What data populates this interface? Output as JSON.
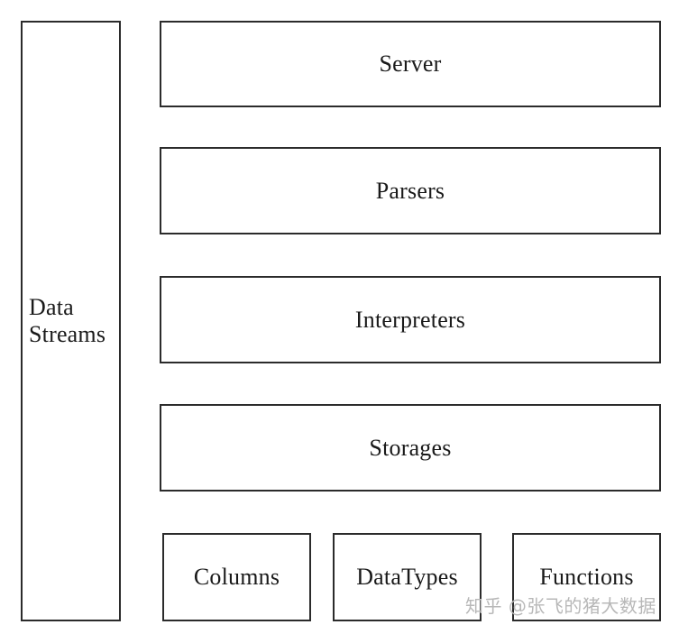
{
  "diagram": {
    "side_module": {
      "label": "Data\nStreams"
    },
    "layers": [
      {
        "label": "Server"
      },
      {
        "label": "Parsers"
      },
      {
        "label": "Interpreters"
      },
      {
        "label": "Storages"
      }
    ],
    "base_modules": [
      {
        "label": "Columns"
      },
      {
        "label": "DataTypes"
      },
      {
        "label": "Functions"
      }
    ]
  },
  "watermark": {
    "text": "知乎 @张飞的猪大数据"
  },
  "colors": {
    "border": "#2b2b2b",
    "text": "#1a1a1a",
    "watermark": "#b8b8b8"
  }
}
